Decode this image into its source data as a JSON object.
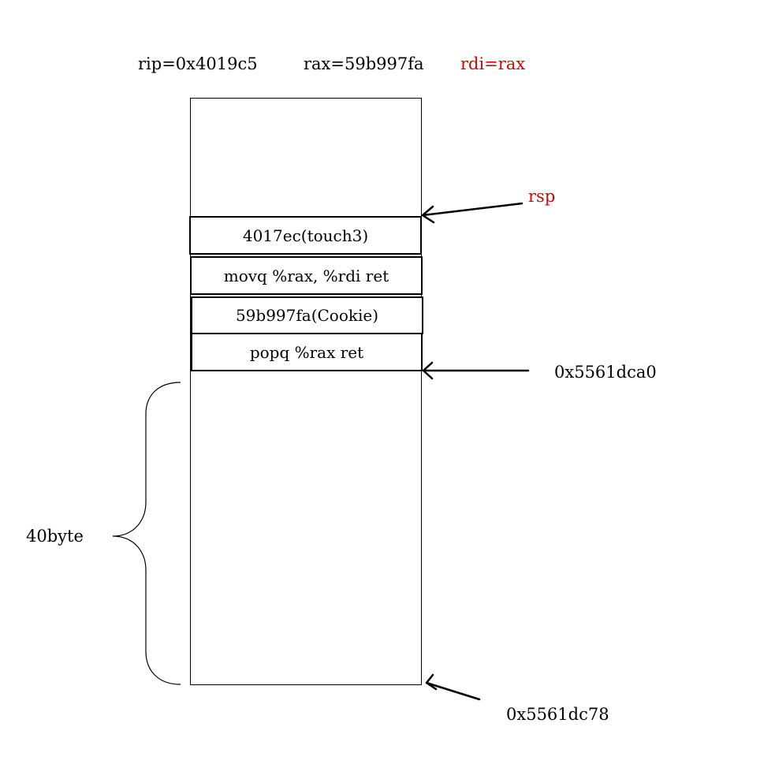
{
  "registers": {
    "rip": "rip=0x4019c5",
    "rax": "rax=59b997fa",
    "rdi": "rdi=rax"
  },
  "stack_cells": [
    "4017ec(touch3)",
    "movq %rax, %rdi ret",
    "59b997fa(Cookie)",
    "popq %rax ret"
  ],
  "pointers": {
    "rsp": "rsp",
    "addr_top": "0x5561dca0",
    "addr_bottom": "0x5561dc78"
  },
  "buffer_label": "40byte",
  "colors": {
    "highlight": "#e00000",
    "ink": "#000000"
  }
}
